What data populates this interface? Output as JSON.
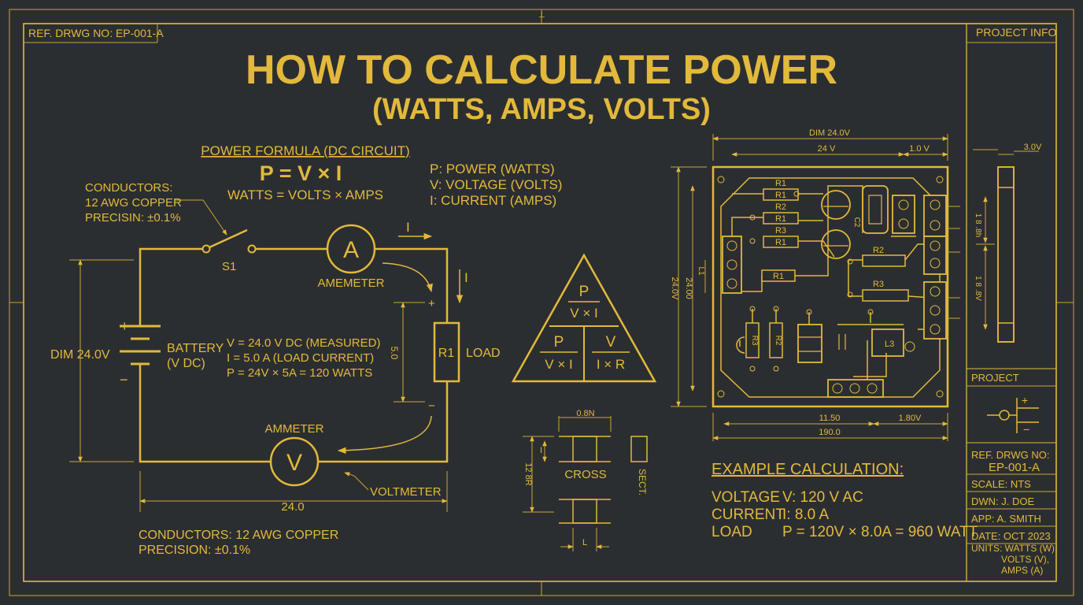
{
  "colors": {
    "background": "#2b2e31",
    "ink": "#e2b93b",
    "ink_dim": "#c9a635"
  },
  "frame": {
    "ref_top": "REF. DRWG NO: EP-001-A",
    "project_info": "PROJECT INFO"
  },
  "title": {
    "line1": "HOW TO CALCULATE POWER",
    "line2": "(WATTS, AMPS, VOLTS)"
  },
  "formula": {
    "heading": "POWER FORMULA (DC CIRCUIT)",
    "main": "P = V × I",
    "words": "WATTS = VOLTS × AMPS",
    "legend": [
      "P: POWER (WATTS)",
      "V: VOLTAGE (VOLTS)",
      "I: CURRENT (AMPS)"
    ]
  },
  "circuit": {
    "conductors_note": [
      "CONDUCTORS:",
      "12 AWG COPPER",
      "PRECISIN: ±0.1%"
    ],
    "switch_label": "S1",
    "ammeter_symbol": "A",
    "ammeter_label": "AMEMETER",
    "current_label_1": "I",
    "current_label_2": "I",
    "battery_label": [
      "BATTERY",
      "(V DC)"
    ],
    "plus": "+",
    "minus": "−",
    "dim_left": "DIM 24.0V",
    "measurements": [
      "V = 24.0 V DC (MEASURED)",
      "I  = 5.0 A (LOAD CURRENT)",
      "P = 24V × 5A = 120 WATTS"
    ],
    "dim_vertical": "5.0",
    "load_symbol": "R1",
    "load_label": "LOAD",
    "voltmeter_top_label": "AMMETER",
    "voltmeter_symbol": "V",
    "voltmeter_label": "VOLTMETER",
    "dim_bottom": "24.0",
    "bottom_note": [
      "CONDUCTORS: 12 AWG COPPER",
      "PRECISION: ±0.1%"
    ]
  },
  "triangle": {
    "top_p": "P",
    "top_vi": "V × I",
    "left_p": "P",
    "left_vi": "V × I",
    "right_v": "V",
    "right_ixr": "I × R"
  },
  "section": {
    "dim_top": "0.8N",
    "dim_side": "12 8R",
    "label": "CROSS",
    "dim_bottom": "L",
    "sect_label": "SECT.",
    "dim_small": "I"
  },
  "pcb": {
    "dim_top": "DIM 24.0V",
    "dim_24v": "24 V",
    "dim_10v": "1.0 V",
    "dim_side_1": "24.0V",
    "dim_side_2": "24.00",
    "dim_left_small": "L1",
    "dim_bottom_1": "11.50",
    "dim_bottom_2": "1.80V",
    "dim_bottom_3": "190.0",
    "resistors": [
      "R1",
      "R1",
      "R2",
      "R1",
      "R3",
      "R1",
      "R1",
      "R2",
      "R3",
      "R3",
      "R2"
    ],
    "cap_label": "C2",
    "ic_label": "L3"
  },
  "side_part": {
    "dim_top": "3.0V",
    "dim_a": "1 8 .8h",
    "dim_b": "1 8 .8V"
  },
  "example": {
    "heading": "EXAMPLE CALCULATION:",
    "rows": [
      {
        "name": "VOLTAGE",
        "value": "V:  120 V AC"
      },
      {
        "name": "CURRENT",
        "value": "I:   8.0 A"
      },
      {
        "name": "LOAD",
        "value": "P = 120V × 8.0A = 960 WATT"
      }
    ]
  },
  "title_block": {
    "project": "PROJECT",
    "ref_label": "REF. DRWG NO:",
    "ref_value": "EP-001-A",
    "scale": "SCALE: NTS",
    "drawn": "DWN: J. DOE",
    "approved": "APP: A. SMITH",
    "date": "DATE: OCT 2023",
    "units": [
      "UNITS: WATTS (W),",
      "VOLTS (V),",
      "AMPS (A)"
    ]
  }
}
